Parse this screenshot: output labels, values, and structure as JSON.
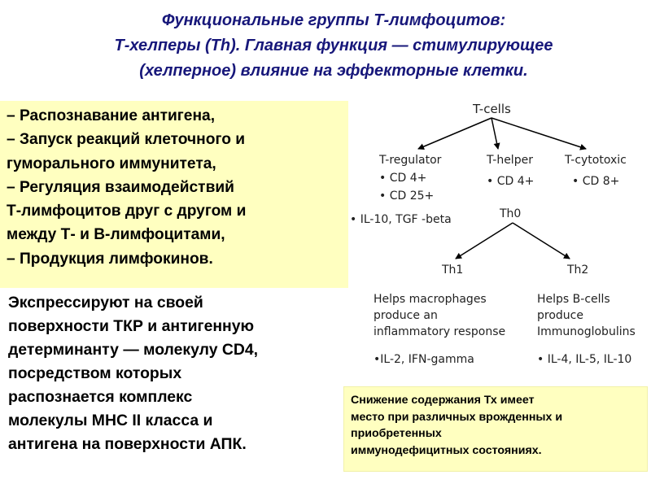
{
  "title_lines": [
    "Функциональные группы Т-лимфоцитов:",
    "Т-хелперы (Th). Главная функция — стимулирующее",
    "(хелперное) влияние на эффекторные клетки."
  ],
  "functions_box": [
    "– Распознавание антигена,",
    "– Запуск реакций клеточного и",
    "гуморального иммунитета,",
    "– Регуляция взаимодействий",
    "Т-лимфоцитов друг с другом и",
    "между Т- и В-лимфоцитами,",
    "– Продукция лимфокинов."
  ],
  "expression_lines": [
    "Экспрессируют на своей",
    "поверхности ТКР и антигенную",
    "детерминанту — молекулу CD4,",
    "посредством которых",
    "распознается комплекс",
    "молекулы МНС II класса и",
    "антигена на поверхности АПК."
  ],
  "diagram": {
    "root": "T-cells",
    "regulator": {
      "name": "T-regulator",
      "markers": [
        "• CD 4+",
        "• CD 25+"
      ],
      "cytokines": "• IL-10, TGF -beta"
    },
    "helper": {
      "name": "T-helper",
      "markers": [
        "• CD 4+"
      ]
    },
    "cytotoxic": {
      "name": "T-cytotoxic",
      "markers": [
        "• CD 8+"
      ]
    },
    "th0": "Th0",
    "th1": {
      "name": "Th1",
      "desc": [
        "Helps macrophages",
        "produce an",
        "inflammatory response"
      ],
      "cytokines": "•IL-2, IFN-gamma"
    },
    "th2": {
      "name": "Th2",
      "desc": [
        "Helps B-cells",
        "produce",
        "Immunoglobulins"
      ],
      "cytokines": "• IL-4, IL-5, IL-10"
    }
  },
  "note_lines": [
    "Снижение содержания Тх имеет",
    "место при различных врожденных и",
    "приобретенных",
    "иммунодефицитных состояниях."
  ],
  "colors": {
    "title": "#17177a",
    "highlight_box": "#ffffc0",
    "arrows": "#000000"
  }
}
